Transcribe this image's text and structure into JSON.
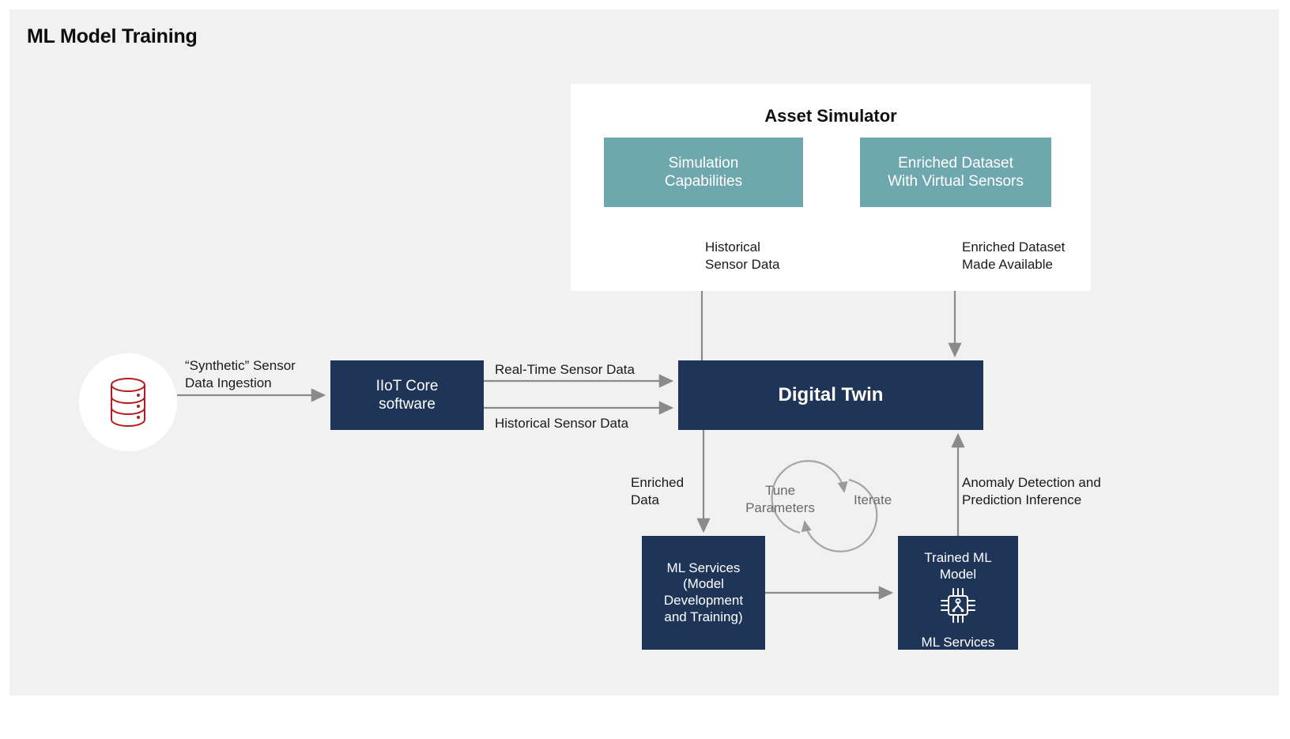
{
  "page": {
    "title": "ML Model Training",
    "background": "#f1f1f1",
    "frame": "#ffffff"
  },
  "colors": {
    "navy": "#1f3557",
    "teal": "#6fa7ae",
    "arrow": "#8a8a8a",
    "db_red": "#b51c1c",
    "text": "#1a1a1a",
    "muted": "#6a6a6a"
  },
  "asset_simulator": {
    "title": "Asset Simulator",
    "boxes": [
      {
        "id": "simulation-capabilities",
        "label": "Simulation\nCapabilities",
        "color": "teal"
      },
      {
        "id": "enriched-dataset",
        "label": "Enriched Dataset\nWith Virtual Sensors",
        "color": "teal"
      }
    ]
  },
  "nodes": {
    "data_source": {
      "icon": "database-icon"
    },
    "iiot_core": {
      "label": "IIoT Core\nsoftware",
      "color": "navy"
    },
    "digital_twin": {
      "label": "Digital Twin",
      "color": "navy"
    },
    "ml_services": {
      "label": "ML Services\n(Model\nDevelopment\nand Training)",
      "color": "navy"
    },
    "trained_model": {
      "label": "Trained ML\nModel",
      "icon": "ai-chip-icon",
      "sublabel": "ML Services",
      "color": "navy"
    }
  },
  "edges": {
    "synthetic_ingestion": "“Synthetic” Sensor\nData Ingestion",
    "realtime_sensor_data": "Real-Time Sensor Data",
    "historical_sensor_data_dt": "Historical Sensor Data",
    "historical_sensor_data_sim": "Historical\nSensor Data",
    "enriched_made_available": "Enriched Dataset\nMade Available",
    "enriched_data": "Enriched\nData",
    "anomaly_prediction": "Anomaly Detection and\nPrediction Inference",
    "tune_parameters": "Tune\nParameters",
    "iterate": "Iterate"
  }
}
